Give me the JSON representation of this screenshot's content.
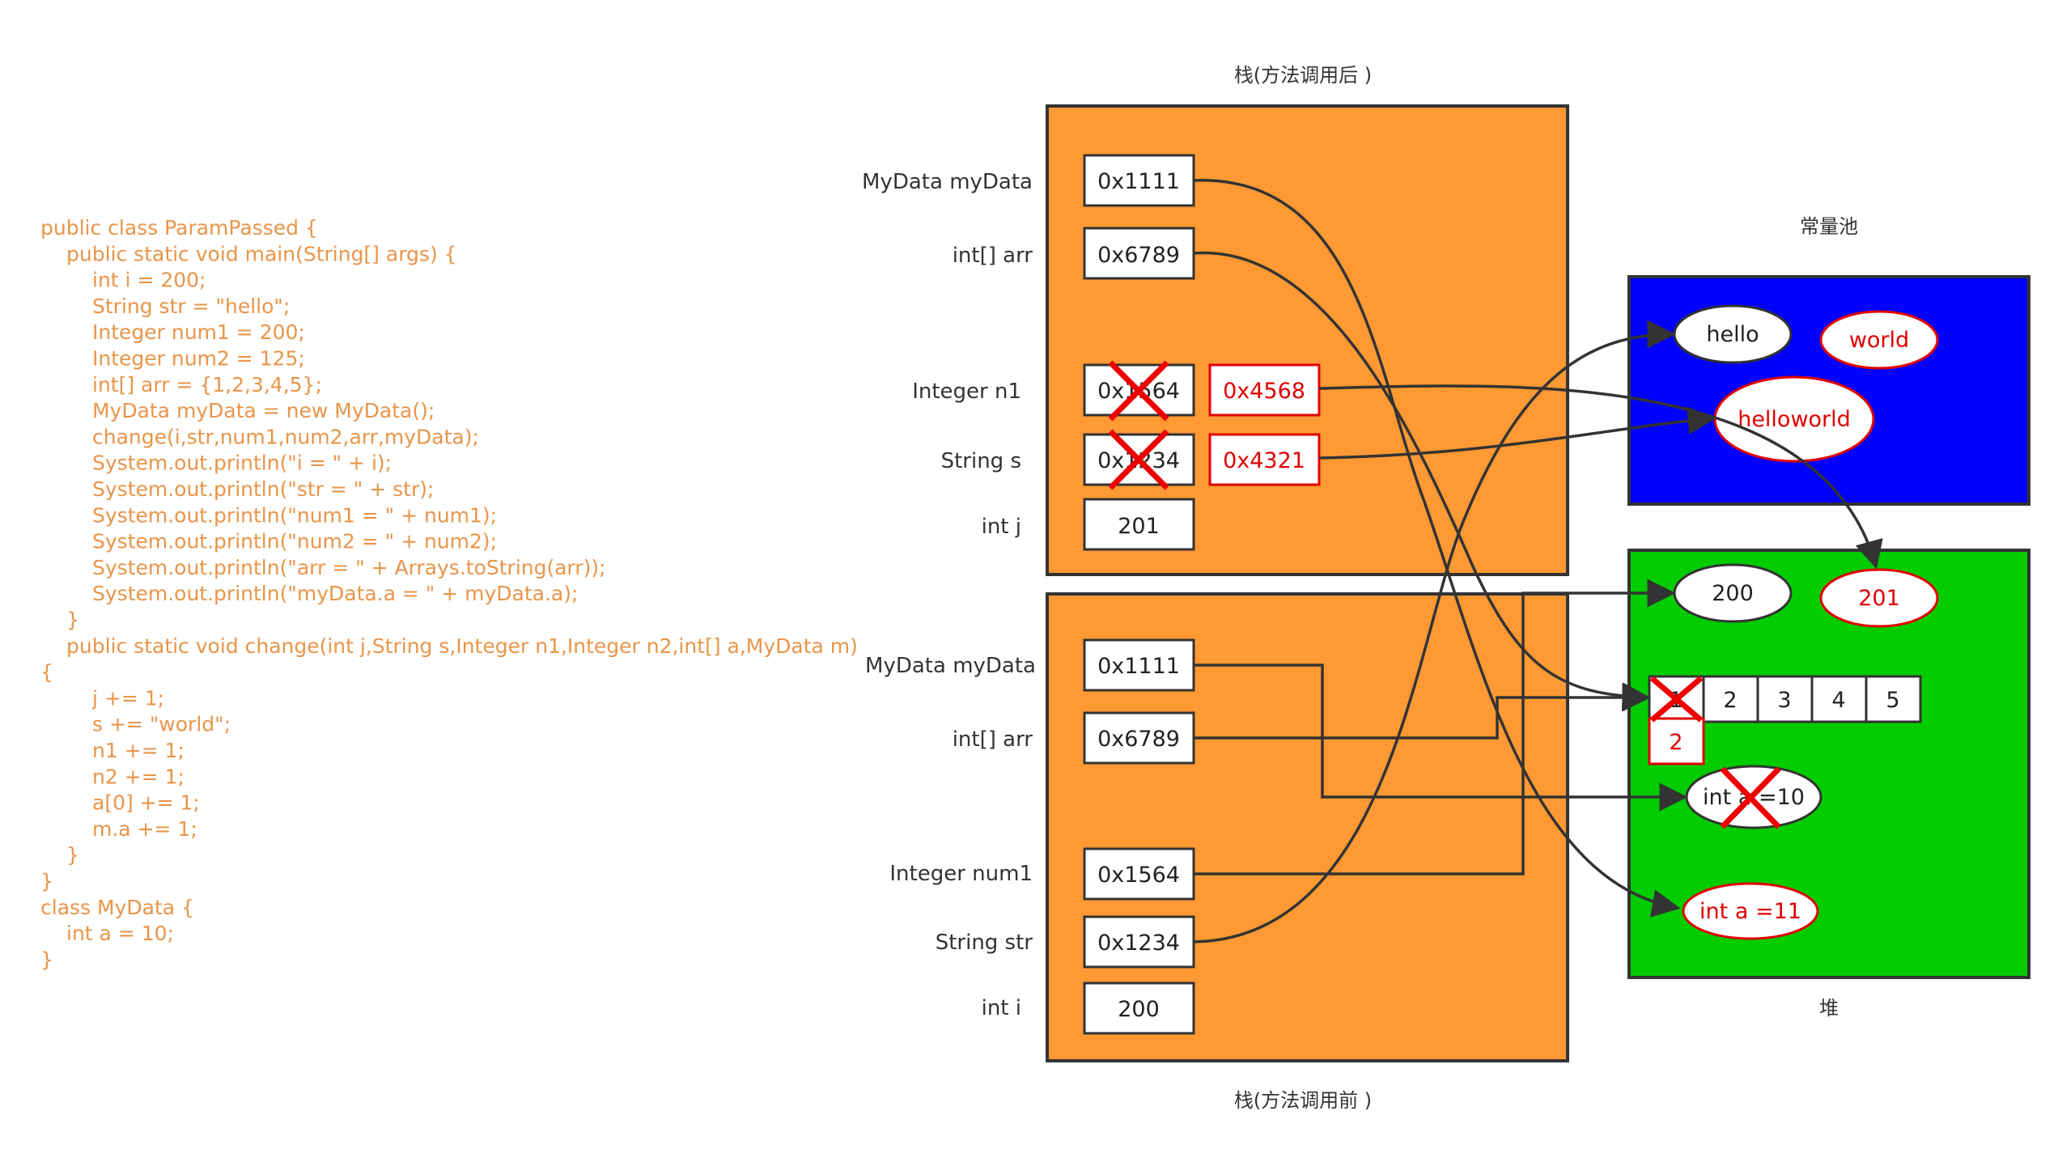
{
  "code_lines": [
    {
      "indent": 0,
      "text": "public class ParamPassed {"
    },
    {
      "indent": 1,
      "text": "public static void main(String[] args) {"
    },
    {
      "indent": 2,
      "text": "int i = 200;"
    },
    {
      "indent": 2,
      "text": "String str = \"hello\";"
    },
    {
      "indent": 2,
      "text": "Integer num1 = 200;"
    },
    {
      "indent": 2,
      "text": "Integer num2 = 125;"
    },
    {
      "indent": 2,
      "text": "int[] arr = {1,2,3,4,5};"
    },
    {
      "indent": 2,
      "text": "MyData myData = new MyData();"
    },
    {
      "indent": 2,
      "text": "change(i,str,num1,num2,arr,myData);"
    },
    {
      "indent": 2,
      "text": "System.out.println(\"i = \" + i);"
    },
    {
      "indent": 2,
      "text": "System.out.println(\"str = \" + str);"
    },
    {
      "indent": 2,
      "text": "System.out.println(\"num1 = \" + num1);"
    },
    {
      "indent": 2,
      "text": "System.out.println(\"num2 = \" + num2);"
    },
    {
      "indent": 2,
      "text": "System.out.println(\"arr = \" + Arrays.toString(arr));"
    },
    {
      "indent": 2,
      "text": "System.out.println(\"myData.a = \" + myData.a);"
    },
    {
      "indent": 1,
      "text": "}"
    },
    {
      "indent": 1,
      "text": "public static void change(int j,String s,Integer n1,Integer n2,int[] a,MyData m)"
    },
    {
      "indent": 0,
      "text": "{"
    },
    {
      "indent": 2,
      "text": "j += 1;"
    },
    {
      "indent": 2,
      "text": "s += \"world\";"
    },
    {
      "indent": 2,
      "text": "n1 += 1;"
    },
    {
      "indent": 2,
      "text": "n2 += 1;"
    },
    {
      "indent": 2,
      "text": "a[0] += 1;"
    },
    {
      "indent": 2,
      "text": "m.a += 1;"
    },
    {
      "indent": 1,
      "text": "}"
    },
    {
      "indent": 0,
      "text": "}"
    },
    {
      "indent": 0,
      "text": "class MyData {"
    },
    {
      "indent": 1,
      "text": "int a = 10;"
    },
    {
      "indent": 0,
      "text": "}"
    }
  ],
  "titles": {
    "stack_after": "栈(方法调用后 )",
    "stack_before": "栈(方法调用前 )",
    "constant_pool": "常量池",
    "heap": "堆"
  },
  "stack_after": {
    "labels": [
      "MyData myData",
      "int[] arr",
      "Integer n1",
      "String s",
      "int j"
    ],
    "values": [
      "0x1111",
      "0x6789",
      "0x1564",
      "0x1234",
      "201"
    ],
    "new_values": [
      "0x4568",
      "0x4321"
    ]
  },
  "stack_before": {
    "labels": [
      "MyData myData",
      "int[] arr",
      "Integer num1",
      "String str",
      "int i"
    ],
    "values": [
      "0x1111",
      "0x6789",
      "0x1564",
      "0x1234",
      "200"
    ]
  },
  "constant_pool": {
    "hello": "hello",
    "world": "world",
    "helloworld": "helloworld"
  },
  "heap": {
    "int200": "200",
    "int201": "201",
    "array": [
      "1",
      "2",
      "3",
      "4",
      "5"
    ],
    "array_new_first": "2",
    "obj_old": "int a =10",
    "obj_new": "int a =11"
  },
  "colors": {
    "code": "#e8954a",
    "stack": "#ff9933",
    "constant_pool": "#0000ff",
    "heap": "#00cc00",
    "highlight": "#e00000"
  }
}
